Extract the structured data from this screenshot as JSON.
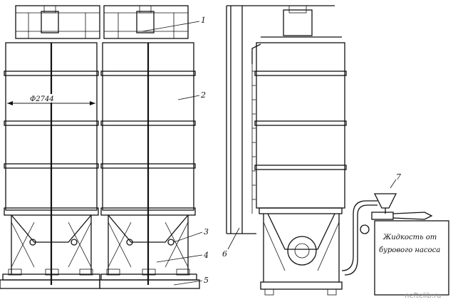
{
  "callouts": {
    "c1": "1",
    "c2": "2",
    "c3": "3",
    "c4": "4",
    "c5": "5",
    "c6": "6",
    "c7": "7"
  },
  "dimension": "Ф2744",
  "fluid_label": {
    "line1": "Жидкость от",
    "line2": "бурового насоса"
  },
  "watermark": "neftelib.ru"
}
